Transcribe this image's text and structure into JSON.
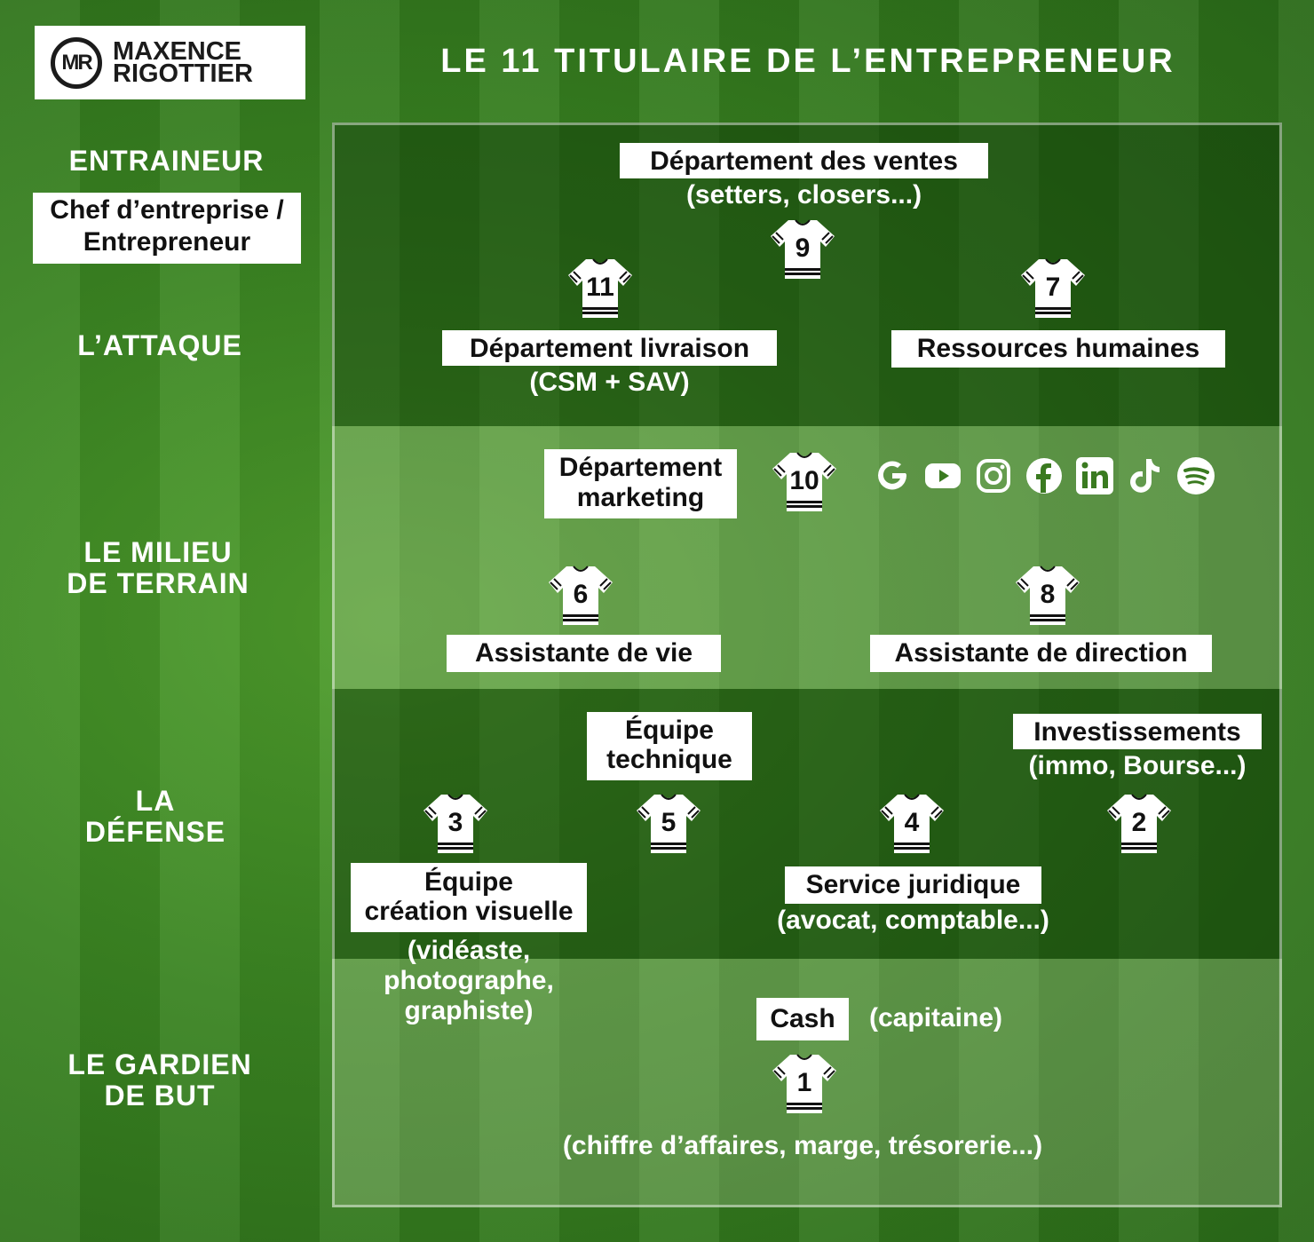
{
  "brand": {
    "monogram": "MR",
    "line1": "MAXENCE",
    "line2": "RIGOTTIER"
  },
  "title": "LE 11 TITULAIRE DE L’ENTREPRENEUR",
  "sections": {
    "coach_label": "ENTRAINEUR",
    "coach_box_line1": "Chef d’entreprise /",
    "coach_box_line2": "Entrepreneur",
    "attack": "L’ATTAQUE",
    "midfield_line1": "LE MILIEU",
    "midfield_line2": "DE TERRAIN",
    "defense_line1": "LA",
    "defense_line2": "DÉFENSE",
    "goalkeeper_line1": "LE GARDIEN",
    "goalkeeper_line2": "DE BUT"
  },
  "players": {
    "p9": {
      "number": "9",
      "label": "Département des ventes",
      "note": "(setters, closers...)"
    },
    "p11": {
      "number": "11",
      "label": "Département livraison",
      "note": "(CSM + SAV)"
    },
    "p7": {
      "number": "7",
      "label": "Ressources humaines"
    },
    "p10": {
      "number": "10",
      "label_line1": "Département",
      "label_line2": "marketing"
    },
    "p6": {
      "number": "6",
      "label": "Assistante de vie"
    },
    "p8": {
      "number": "8",
      "label": "Assistante de direction"
    },
    "p5": {
      "number": "5",
      "label_line1": "Équipe",
      "label_line2": "technique"
    },
    "p2": {
      "number": "2",
      "label": "Investissements",
      "note": "(immo, Bourse...)"
    },
    "p3": {
      "number": "3",
      "label_line1": "Équipe",
      "label_line2": "création visuelle",
      "note_line1": "(vidéaste,",
      "note_line2": "photographe,",
      "note_line3": "graphiste)"
    },
    "p4": {
      "number": "4",
      "label": "Service juridique",
      "note": "(avocat, comptable...)"
    },
    "p1": {
      "number": "1",
      "label": "Cash",
      "captain": "(capitaine)",
      "note": "(chiffre d’affaires, marge, trésorerie...)"
    }
  },
  "social_icons": [
    "google-icon",
    "youtube-icon",
    "instagram-icon",
    "facebook-icon",
    "linkedin-icon",
    "tiktok-icon",
    "spotify-icon"
  ]
}
